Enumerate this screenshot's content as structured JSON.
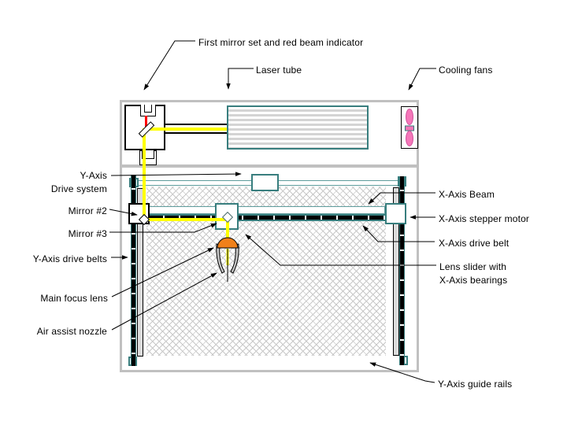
{
  "diagram": {
    "labels": {
      "first_mirror": "First mirror set and red beam indicator",
      "laser_tube": "Laser tube",
      "cooling_fans": "Cooling fans",
      "y_drive_line1": "Y-Axis",
      "y_drive_line2": "Drive system",
      "mirror2": "Mirror #2",
      "mirror3": "Mirror #3",
      "y_belts": "Y-Axis drive belts",
      "focus_lens": "Main focus lens",
      "air_nozzle": "Air assist nozzle",
      "x_beam": "X-Axis Beam",
      "x_stepper": "X-Axis stepper motor",
      "x_belt": "X-Axis drive belt",
      "lens_slider_line1": "Lens slider with",
      "lens_slider_line2": "X-Axis bearings",
      "y_rails": "Y-Axis guide rails"
    },
    "colors": {
      "teal": "#387E7E",
      "teal_light": "#5E9C9C",
      "frame_gray": "#C0C0C0",
      "rail_gray": "#DCDCDC",
      "stripe_gray": "#D4D4D4",
      "hatch_gray": "#C8C8C8",
      "beam_yellow": "#FFFF00",
      "indicator_red": "#FF0000",
      "lens_orange": "#F08019",
      "nozzle_gray": "#C8C8C8",
      "fan_pink": "#F577B9",
      "fan_pink_stroke": "#D1549E"
    }
  }
}
